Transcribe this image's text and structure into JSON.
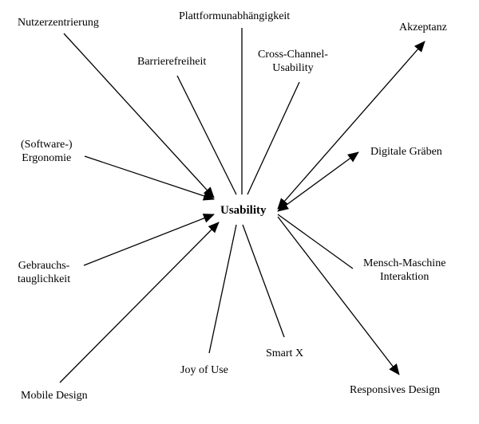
{
  "center": "Usability",
  "labels": {
    "nutzerzentrierung": "Nutzerzentrierung",
    "plattform": "Plattformunabhängigkeit",
    "akzeptanz": "Akzeptanz",
    "barrierefreiheit": "Barrierefreiheit",
    "cross_channel": "Cross-Channel-\nUsability",
    "software_ergonomie": "(Software-)\nErgonomie",
    "digitale_graeben": "Digitale Gräben",
    "gebrauchstauglichkeit": "Gebrauchs-\ntauglichkeit",
    "mensch_maschine": "Mensch-Maschine\nInteraktion",
    "joy_of_use": "Joy of Use",
    "smart_x": "Smart X",
    "mobile_design": "Mobile Design",
    "responsives_design": "Responsives Design"
  },
  "colors": {
    "line": "#000000",
    "text": "#000000",
    "background": "#ffffff"
  }
}
